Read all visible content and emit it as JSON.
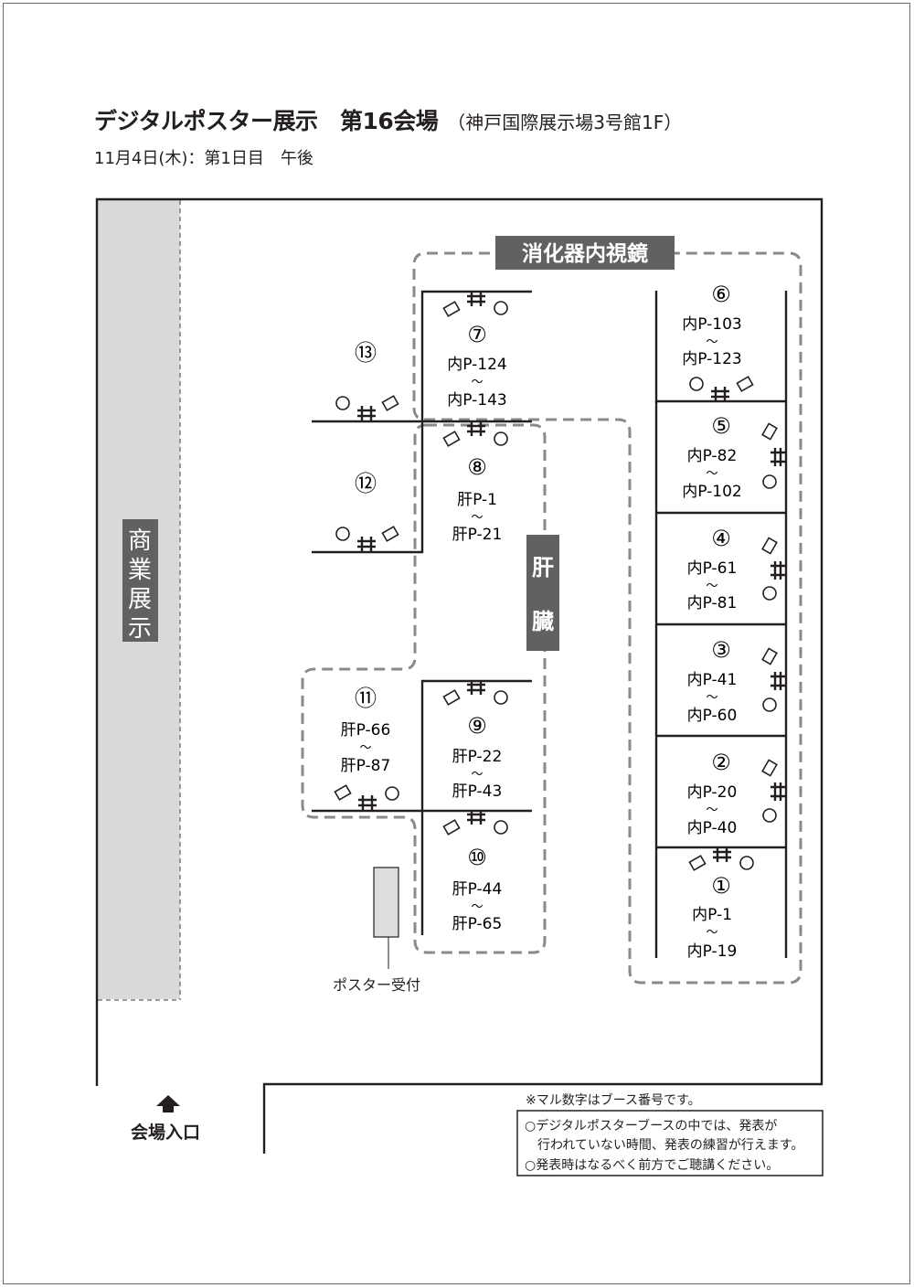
{
  "header": {
    "title": "デジタルポスター展示　第16会場",
    "venue": "（神戸国際展示場3号館1F）",
    "date": "11月4日(木)：第1日目　午後"
  },
  "areas": {
    "commercial": "商業展示",
    "endoscopy": "消化器内視鏡",
    "liver": [
      "肝",
      "臓"
    ]
  },
  "booths": [
    {
      "num": "①",
      "from": "内P-1",
      "to": "内P-19"
    },
    {
      "num": "②",
      "from": "内P-20",
      "to": "内P-40"
    },
    {
      "num": "③",
      "from": "内P-41",
      "to": "内P-60"
    },
    {
      "num": "④",
      "from": "内P-61",
      "to": "内P-81"
    },
    {
      "num": "⑤",
      "from": "内P-82",
      "to": "内P-102"
    },
    {
      "num": "⑥",
      "from": "内P-103",
      "to": "内P-123"
    },
    {
      "num": "⑦",
      "from": "内P-124",
      "to": "内P-143"
    },
    {
      "num": "⑧",
      "from": "肝P-1",
      "to": "肝P-21"
    },
    {
      "num": "⑨",
      "from": "肝P-22",
      "to": "肝P-43"
    },
    {
      "num": "⑩",
      "from": "肝P-44",
      "to": "肝P-65"
    },
    {
      "num": "⑪",
      "from": "肝P-66",
      "to": "肝P-87"
    },
    {
      "num": "⑫",
      "from": "",
      "to": ""
    },
    {
      "num": "⑬",
      "from": "",
      "to": ""
    }
  ],
  "range_mark": "〜",
  "reception": "ポスター受付",
  "entrance": "会場入口",
  "notes": {
    "booth_note": "※マル数字はブース番号です。",
    "line1": "○デジタルポスターブースの中では、発表が",
    "line2": "　行われていない時間、発表の練習が行えます。",
    "line3": "○発表時はなるべく前方でご聴講ください。"
  },
  "colors": {
    "label_bg": "#616161",
    "commercial_bg": "#d9d9d9",
    "dashed": "#8a8a8a",
    "reception_fill": "#dddddd"
  }
}
